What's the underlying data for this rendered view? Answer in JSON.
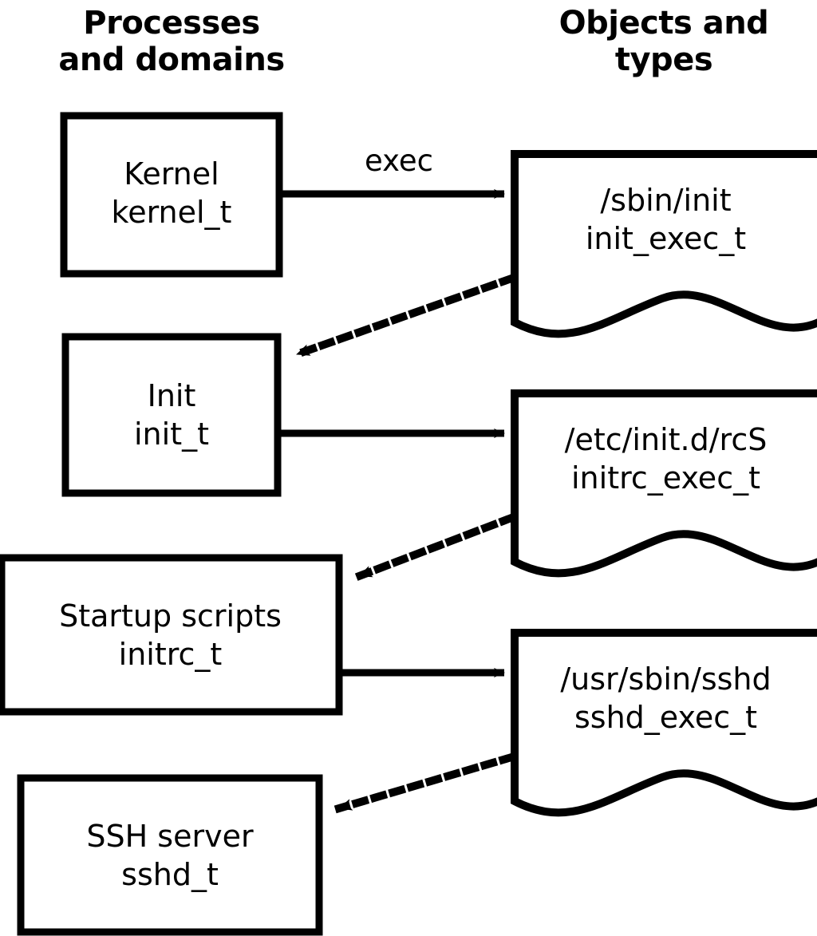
{
  "headers": {
    "left": "Processes\nand domains",
    "right": "Objects and\ntypes"
  },
  "colors": {
    "stroke": "#000000",
    "fill": "#ffffff",
    "text": "#000000"
  },
  "processes": [
    {
      "id": "kernel",
      "title": "Kernel",
      "type": "kernel_t"
    },
    {
      "id": "init",
      "title": "Init",
      "type": "init_t"
    },
    {
      "id": "initrc",
      "title": "Startup scripts",
      "type": "initrc_t"
    },
    {
      "id": "sshd",
      "title": "SSH server",
      "type": "sshd_t"
    }
  ],
  "objects": [
    {
      "id": "initexec",
      "path": "/sbin/init",
      "type": "init_exec_t"
    },
    {
      "id": "initrcexec",
      "path": "/etc/init.d/rcS",
      "type": "initrc_exec_t"
    },
    {
      "id": "sshdexec",
      "path": "/usr/sbin/sshd",
      "type": "sshd_exec_t"
    }
  ],
  "edges": [
    {
      "id": "e1",
      "from": "kernel",
      "to": "initexec",
      "label": "exec",
      "style": "solid"
    },
    {
      "id": "e2",
      "from": "initexec",
      "to": "init",
      "label": "",
      "style": "dotted"
    },
    {
      "id": "e3",
      "from": "init",
      "to": "initrcexec",
      "label": "",
      "style": "solid"
    },
    {
      "id": "e4",
      "from": "initrcexec",
      "to": "initrc",
      "label": "",
      "style": "dotted"
    },
    {
      "id": "e5",
      "from": "initrc",
      "to": "sshdexec",
      "label": "",
      "style": "solid"
    },
    {
      "id": "e6",
      "from": "sshdexec",
      "to": "sshd",
      "label": "",
      "style": "dotted"
    }
  ],
  "node_text": {
    "kernel": "Kernel\nkernel_t",
    "init": "Init\ninit_t",
    "initrc": "Startup scripts\ninitrc_t",
    "sshd": "SSH server\nsshd_t",
    "initexec": "/sbin/init\ninit_exec_t",
    "initrcexec": "/etc/init.d/rcS\ninitrc_exec_t",
    "sshdexec": "/usr/sbin/sshd\nsshd_exec_t"
  },
  "edge_text": {
    "exec": "exec"
  }
}
